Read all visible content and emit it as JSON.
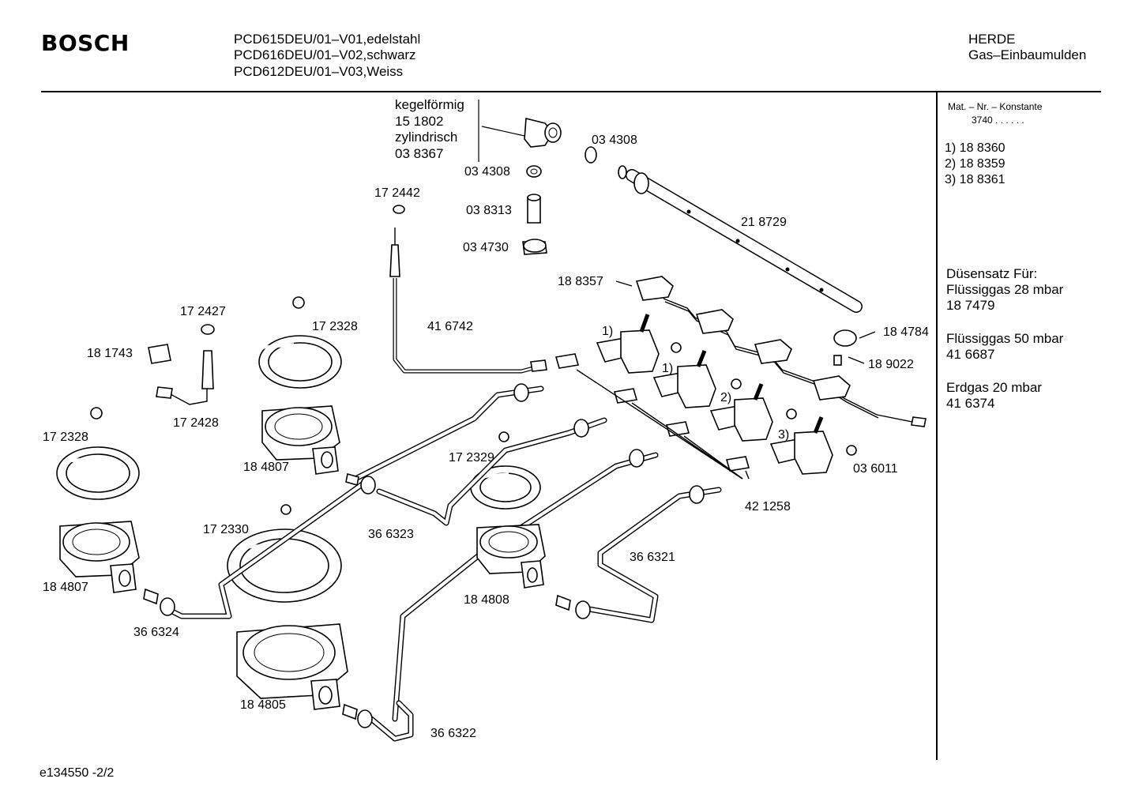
{
  "header": {
    "brand": "BOSCH",
    "models": [
      "PCD615DEU/01–V01,edelstahl",
      "PCD616DEU/01–V02,schwarz",
      "PCD612DEU/01–V03,Weiss"
    ],
    "category": "HERDE",
    "subcategory": "Gas–Einbaumulden"
  },
  "sidebar": {
    "mat_label": "Mat. – Nr. – Konstante",
    "mat_value": "3740  .  .    .  .  .  .",
    "variants": [
      "1)  18 8360",
      "2)  18 8359",
      "3)  18 8361"
    ],
    "nozzle_title": "Düsensatz Für:",
    "nozzles": [
      {
        "name": "Flüssiggas 28 mbar",
        "part": "18 7479"
      },
      {
        "name": "Flüssiggas 50 mbar",
        "part": "41 6687"
      },
      {
        "name": "Erdgas 20 mbar",
        "part": "41 6374"
      }
    ]
  },
  "diagram": {
    "fitting_note": [
      "kegelförmig",
      "15 1802",
      "zylindrisch",
      "03 8367"
    ],
    "labels": {
      "p034308a": "03 4308",
      "p034308b": "03 4308",
      "p038313": "03 8313",
      "p034730": "03 4730",
      "p172442": "17 2442",
      "p218729": "21 8729",
      "p188357": "18 8357",
      "p416742": "41 6742",
      "p172427": "17 2427",
      "p172328a": "17 2328",
      "p181743": "18 1743",
      "p172428": "17 2428",
      "p172328b": "17 2328",
      "p184807a": "18 4807",
      "p172329": "17 2329",
      "p184784": "18 4784",
      "p189022": "18 9022",
      "p036011": "03 6011",
      "p421258": "42 1258",
      "p172330": "17 2330",
      "p366323": "36 6323",
      "p184807b": "18 4807",
      "p366321": "36 6321",
      "p184808": "18 4808",
      "p366324": "36 6324",
      "p184805": "18 4805",
      "p366322": "36 6322",
      "v1a": "1)",
      "v1b": "1)",
      "v2": "2)",
      "v3": "3)"
    }
  },
  "footer": {
    "code": "e134550  -2/2"
  }
}
